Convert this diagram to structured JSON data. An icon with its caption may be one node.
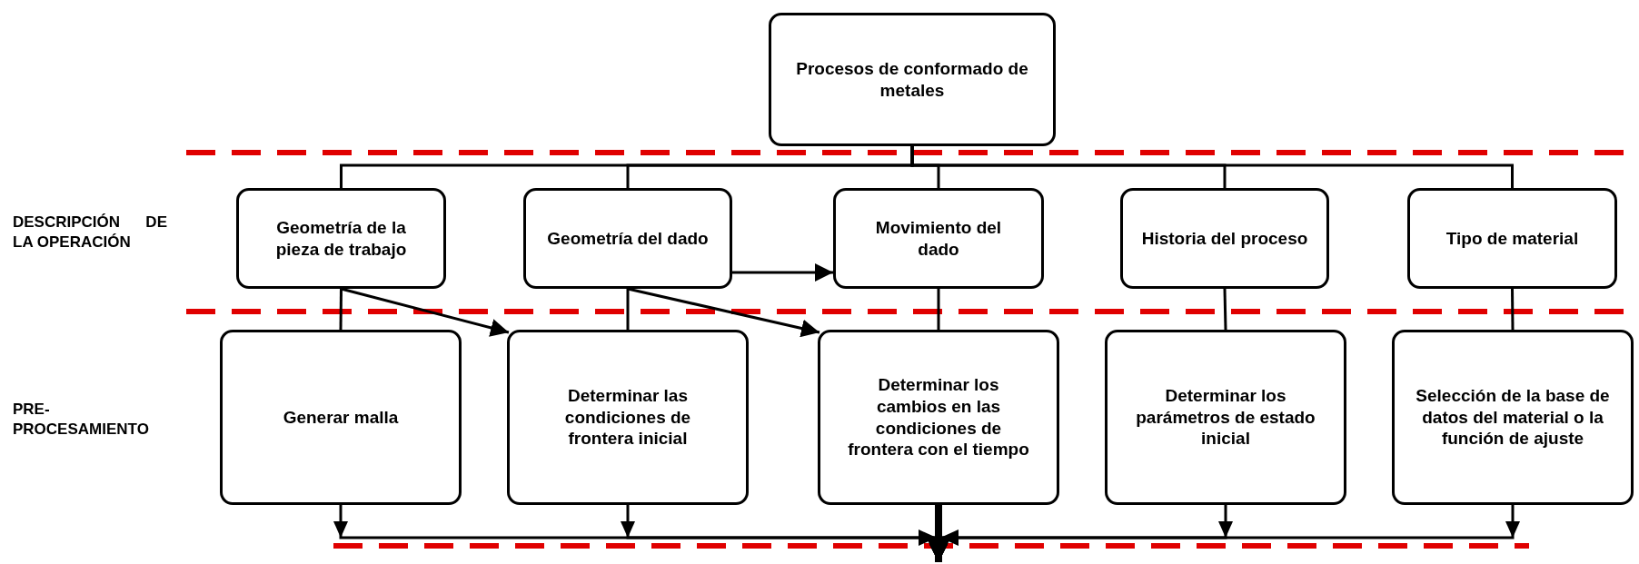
{
  "diagram": {
    "nodes": [
      {
        "text": [
          "Procesos de conformado de metales"
        ]
      },
      {
        "text": [
          "Geometría de la pieza de trabajo"
        ]
      },
      {
        "text": [
          "Geometría del dado"
        ]
      },
      {
        "text": [
          "Movimiento del dado"
        ]
      },
      {
        "text": [
          "Historia del proceso"
        ]
      },
      {
        "text": [
          "Tipo de material"
        ]
      },
      {
        "text": [
          "Generar malla"
        ]
      },
      {
        "text": [
          "Determinar las condiciones de frontera inicial"
        ]
      },
      {
        "text": [
          "Determinar los cambios en las condiciones de frontera con el tiempo"
        ]
      },
      {
        "text": [
          "Determinar los parámetros de estado inicial"
        ]
      },
      {
        "text": [
          "Selección de la base de datos del material o la función de ajuste"
        ]
      }
    ],
    "edges": [
      {
        "from": 0,
        "to": 1,
        "arrow": "none"
      },
      {
        "from": 0,
        "to": 2,
        "arrow": "none"
      },
      {
        "from": 0,
        "to": 3,
        "arrow": "none"
      },
      {
        "from": 0,
        "to": 4,
        "arrow": "none"
      },
      {
        "from": 0,
        "to": 5,
        "arrow": "none"
      },
      {
        "from": 2,
        "to": 3,
        "arrow": "to"
      },
      {
        "from": 1,
        "to": 6,
        "arrow": "none"
      },
      {
        "from": 1,
        "to": 7,
        "arrow": "to"
      },
      {
        "from": 2,
        "to": 7,
        "arrow": "none"
      },
      {
        "from": 2,
        "to": 8,
        "arrow": "to"
      },
      {
        "from": 3,
        "to": 8,
        "arrow": "none"
      },
      {
        "from": 4,
        "to": 9,
        "arrow": "none"
      },
      {
        "from": 5,
        "to": 10,
        "arrow": "none"
      },
      {
        "from": 6,
        "to": null,
        "arrow": "to"
      },
      {
        "from": 7,
        "to": null,
        "arrow": "to"
      },
      {
        "from": 8,
        "to": null,
        "arrow": "to",
        "style": "thick"
      },
      {
        "from": 9,
        "to": null,
        "arrow": "to"
      },
      {
        "from": 10,
        "to": null,
        "arrow": "to"
      }
    ],
    "labels": [
      "DESCRIPCIÓN DE LA OPERACIÓN",
      "PRE- PROCESAMIENTO"
    ]
  }
}
